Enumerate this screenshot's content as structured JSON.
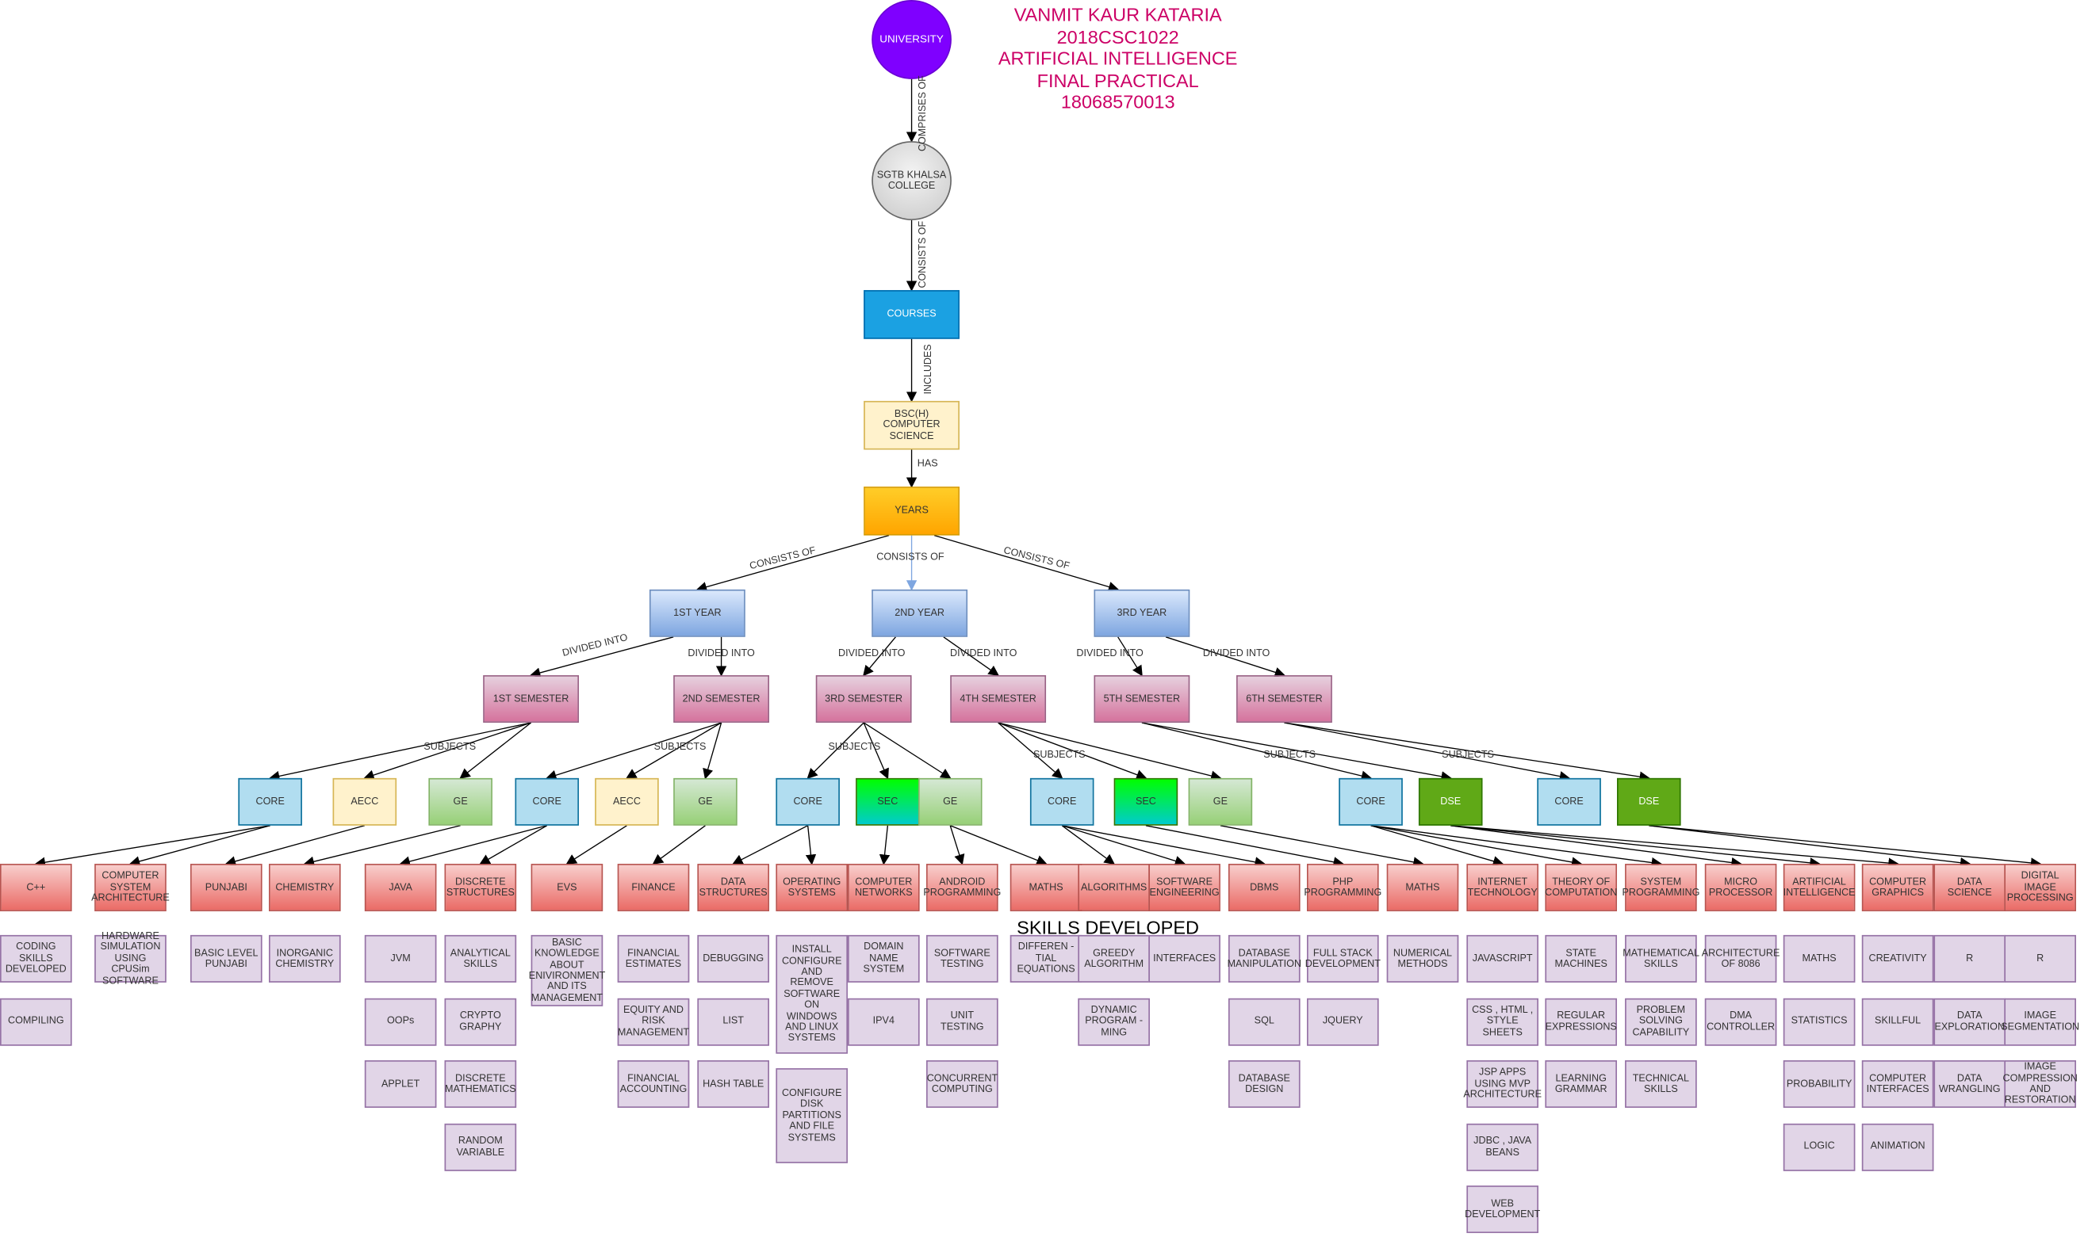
{
  "header": {
    "lines": [
      "VANMIT KAUR KATARIA",
      "2018CSC1022",
      "ARTIFICIAL INTELLIGENCE",
      "FINAL PRACTICAL",
      "18068570013"
    ],
    "color": "#cc0066"
  },
  "skills_heading": "SKILLS DEVELOPED",
  "trunk": {
    "university": "UNIVERSITY",
    "college": "SGTB KHALSA COLLEGE",
    "courses": "COURSES",
    "bsc": "BSC(H) COMPUTER SCIENCE",
    "years": "YEARS"
  },
  "years": [
    "1ST YEAR",
    "2ND YEAR",
    "3RD YEAR"
  ],
  "semesters": [
    "1ST SEMESTER",
    "2ND SEMESTER",
    "3RD SEMESTER",
    "4TH SEMESTER",
    "5TH  SEMESTER",
    "6TH SEMESTER"
  ],
  "categories": [
    {
      "label": "CORE",
      "kind": "core"
    },
    {
      "label": "AECC",
      "kind": "aecc"
    },
    {
      "label": "GE",
      "kind": "ge"
    },
    {
      "label": "CORE",
      "kind": "core"
    },
    {
      "label": "AECC",
      "kind": "aecc"
    },
    {
      "label": "GE",
      "kind": "ge"
    },
    {
      "label": "CORE",
      "kind": "core"
    },
    {
      "label": "SEC",
      "kind": "sec"
    },
    {
      "label": "GE",
      "kind": "ge"
    },
    {
      "label": "CORE",
      "kind": "core"
    },
    {
      "label": "SEC",
      "kind": "sec"
    },
    {
      "label": "GE",
      "kind": "ge"
    },
    {
      "label": "CORE",
      "kind": "core"
    },
    {
      "label": "DSE",
      "kind": "dse"
    },
    {
      "label": "CORE",
      "kind": "core"
    },
    {
      "label": "DSE",
      "kind": "dse"
    }
  ],
  "subjects": [
    {
      "label": "C++",
      "skills": [
        "CODING SKILLS DEVELOPED",
        "COMPILING"
      ]
    },
    {
      "label": "COMPUTER SYSTEM ARCHITECTURE",
      "skills": [
        "HARDWARE SIMULATION USING CPUSim SOFTWARE"
      ]
    },
    {
      "label": "PUNJABI",
      "skills": [
        "BASIC LEVEL PUNJABI"
      ]
    },
    {
      "label": "CHEMISTRY",
      "skills": [
        "INORGANIC CHEMISTRY"
      ]
    },
    {
      "label": "JAVA",
      "skills": [
        "JVM",
        "OOPs",
        "APPLET"
      ]
    },
    {
      "label": "DISCRETE STRUCTURES",
      "skills": [
        "ANALYTICAL SKILLS",
        "CRYPTO GRAPHY",
        "DISCRETE MATHEMATICS",
        "RANDOM VARIABLE"
      ]
    },
    {
      "label": "EVS",
      "skills": [
        "BASIC KNOWLEDGE ABOUT ENIVIRONMENT AND ITS MANAGEMENT"
      ]
    },
    {
      "label": "FINANCE",
      "skills": [
        "FINANCIAL ESTIMATES",
        "EQUITY AND RISK MANAGEMENT",
        "FINANCIAL ACCOUNTING"
      ]
    },
    {
      "label": "DATA STRUCTURES",
      "skills": [
        "DEBUGGING",
        "LIST",
        "HASH TABLE"
      ]
    },
    {
      "label": "OPERATING SYSTEMS",
      "skills": [
        "INSTALL CONFIGURE AND REMOVE SOFTWARE ON WINDOWS AND LINUX SYSTEMS",
        "CONFIGURE DISK PARTITIONS AND FILE SYSTEMS"
      ]
    },
    {
      "label": "COMPUTER NETWORKS",
      "skills": [
        "DOMAIN NAME SYSTEM",
        "IPV4"
      ]
    },
    {
      "label": "ANDROID PROGRAMMING",
      "skills": [
        "SOFTWARE TESTING",
        "UNIT TESTING",
        "CONCURRENT COMPUTING"
      ]
    },
    {
      "label": "MATHS",
      "skills": [
        "DIFFEREN -TIAL EQUATIONS"
      ]
    },
    {
      "label": "ALGORITHMS",
      "skills": [
        "GREEDY ALGORITHM",
        "DYNAMIC PROGRAM -MING"
      ]
    },
    {
      "label": "SOFTWARE ENGINEERING",
      "skills": [
        "INTERFACES"
      ]
    },
    {
      "label": "DBMS",
      "skills": [
        "DATABASE MANIPULATION",
        "SQL",
        "DATABASE DESIGN"
      ]
    },
    {
      "label": "PHP PROGRAMMING",
      "skills": [
        "FULL STACK DEVELOPMENT",
        "JQUERY"
      ]
    },
    {
      "label": "MATHS",
      "skills": [
        "NUMERICAL METHODS"
      ]
    },
    {
      "label": "INTERNET TECHNOLOGY",
      "skills": [
        "JAVASCRIPT",
        "CSS , HTML , STYLE SHEETS",
        "JSP APPS USING MVP ARCHITECTURE",
        "JDBC , JAVA BEANS",
        "WEB DEVELOPMENT"
      ]
    },
    {
      "label": "THEORY OF COMPUTATION",
      "skills": [
        "STATE MACHINES",
        "REGULAR EXPRESSIONS",
        "LEARNING GRAMMAR"
      ]
    },
    {
      "label": "SYSTEM PROGRAMMING",
      "skills": [
        "MATHEMATICAL SKILLS",
        "PROBLEM SOLVING CAPABILITY",
        "TECHNICAL SKILLS"
      ]
    },
    {
      "label": "MICRO PROCESSOR",
      "skills": [
        "ARCHITECTURE OF 8086",
        "DMA CONTROLLER"
      ]
    },
    {
      "label": "ARTIFICIAL INTELLIGENCE",
      "skills": [
        "MATHS",
        "STATISTICS",
        "PROBABILITY",
        "LOGIC"
      ]
    },
    {
      "label": "COMPUTER GRAPHICS",
      "skills": [
        "CREATIVITY",
        "SKILLFUL",
        "COMPUTER INTERFACES",
        "ANIMATION"
      ]
    },
    {
      "label": "DATA SCIENCE",
      "skills": [
        "R",
        "DATA EXPLORATION",
        "DATA WRANGLING"
      ]
    },
    {
      "label": "DIGITAL IMAGE PROCESSING",
      "skills": [
        "R",
        "IMAGE SEGMENTATION",
        "IMAGE COMPRESSION AND RESTORATION"
      ]
    }
  ],
  "edge_labels": {
    "comprises_of": "COMPRISES OF",
    "consists_of": "CONSISTS OF",
    "includes": "INCLUDES",
    "has": "HAS",
    "years_consists_of": "CONSISTS OF",
    "divided_into": "DIVIDED INTO",
    "subjects": "SUBJECTS"
  },
  "colors": {
    "university": "#7f00ff",
    "courses": "#1ba1e2",
    "years": "#ffa500",
    "subject": "#ea6b66",
    "skill": "#e1d5e7",
    "dse": "#60a917",
    "header": "#cc0066"
  }
}
